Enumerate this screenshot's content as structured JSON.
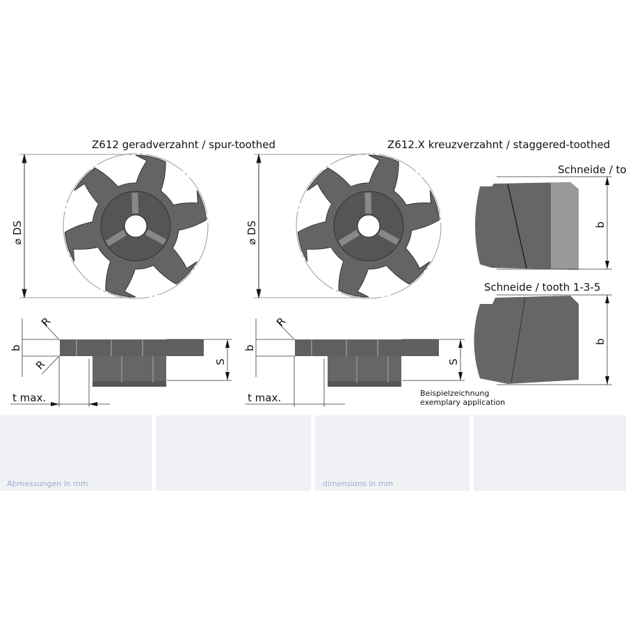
{
  "titles": {
    "spur": "Z612 geradverzahnt / spur-toothed",
    "staggered": "Z612.X kreuzverzahnt / staggered-toothed",
    "tooth_top": "Schneide / to",
    "tooth_bottom": "Schneide / tooth 1-3-5"
  },
  "dims": {
    "ds": "⌀ DS",
    "b": "b",
    "r": "R",
    "s": "S",
    "tmax": "t max."
  },
  "example": {
    "line1": "Beispielzeichnung",
    "line2": "exemplary application"
  },
  "panels": [
    {
      "text": "Abmessungen in mm"
    },
    {
      "text": ""
    },
    {
      "text": "dimensions in mm"
    },
    {
      "text": ""
    }
  ],
  "colors": {
    "panel": "#eff1f5",
    "panel_text": "#a3aacd",
    "steel": "#6b6b6b"
  }
}
